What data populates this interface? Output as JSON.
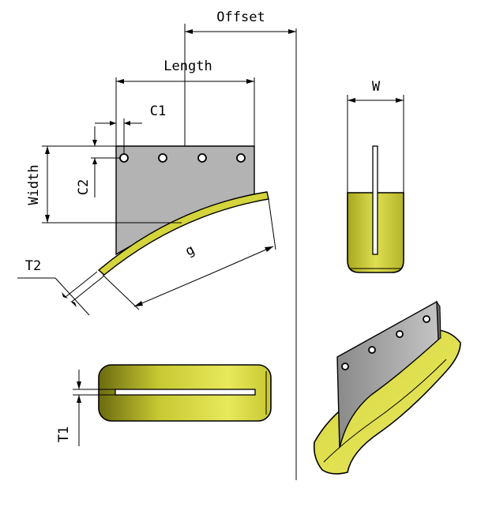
{
  "labels": {
    "offset": "Offset",
    "length": "Length",
    "c1": "C1",
    "c2": "C2",
    "width": "Width",
    "t2": "T2",
    "g": "g",
    "w": "W",
    "t1": "T1"
  },
  "colors": {
    "plate": "#b3b3b3",
    "plate_dark": "#8c8c8c",
    "base_light": "#e4e45a",
    "base": "#c8c832",
    "base_dark": "#6b6b10",
    "stroke": "#000000"
  }
}
